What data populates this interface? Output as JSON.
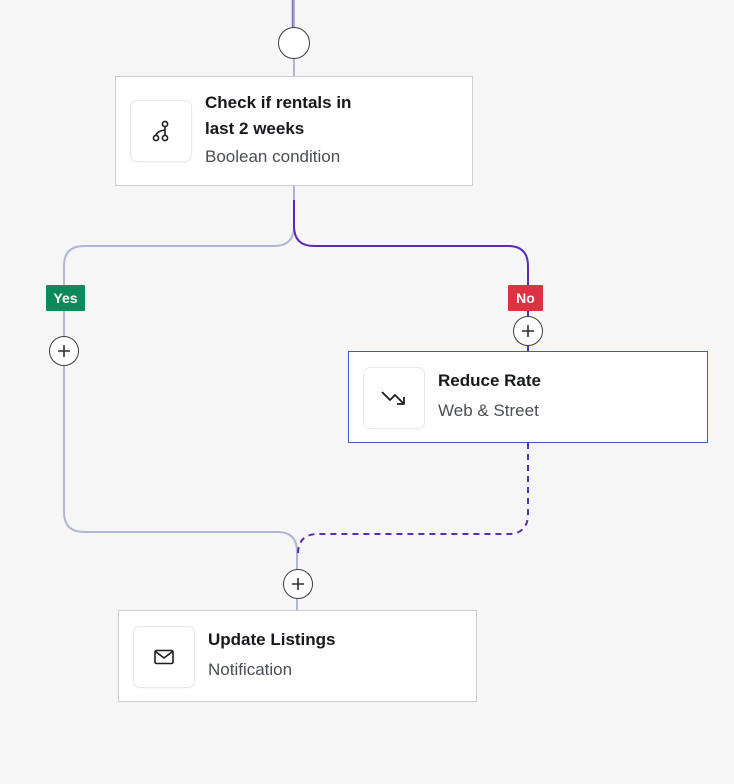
{
  "nodes": {
    "check_rentals": {
      "title_line1": "Check if rentals in",
      "title_line2": "last 2 weeks",
      "subtitle": "Boolean condition",
      "icon": "branch-icon"
    },
    "reduce_rate": {
      "title": "Reduce Rate",
      "subtitle": "Web & Street",
      "icon": "trend-down-icon"
    },
    "update_listings": {
      "title": "Update Listings",
      "subtitle": "Notification",
      "icon": "mail-icon"
    }
  },
  "branches": {
    "yes_label": "Yes",
    "no_label": "No"
  },
  "colors": {
    "yes_badge": "#0c8a5b",
    "no_badge": "#e03142",
    "connector": "#aeb6d3",
    "active_path": "#5b2bb5",
    "selected_border": "#3f5bb8"
  }
}
